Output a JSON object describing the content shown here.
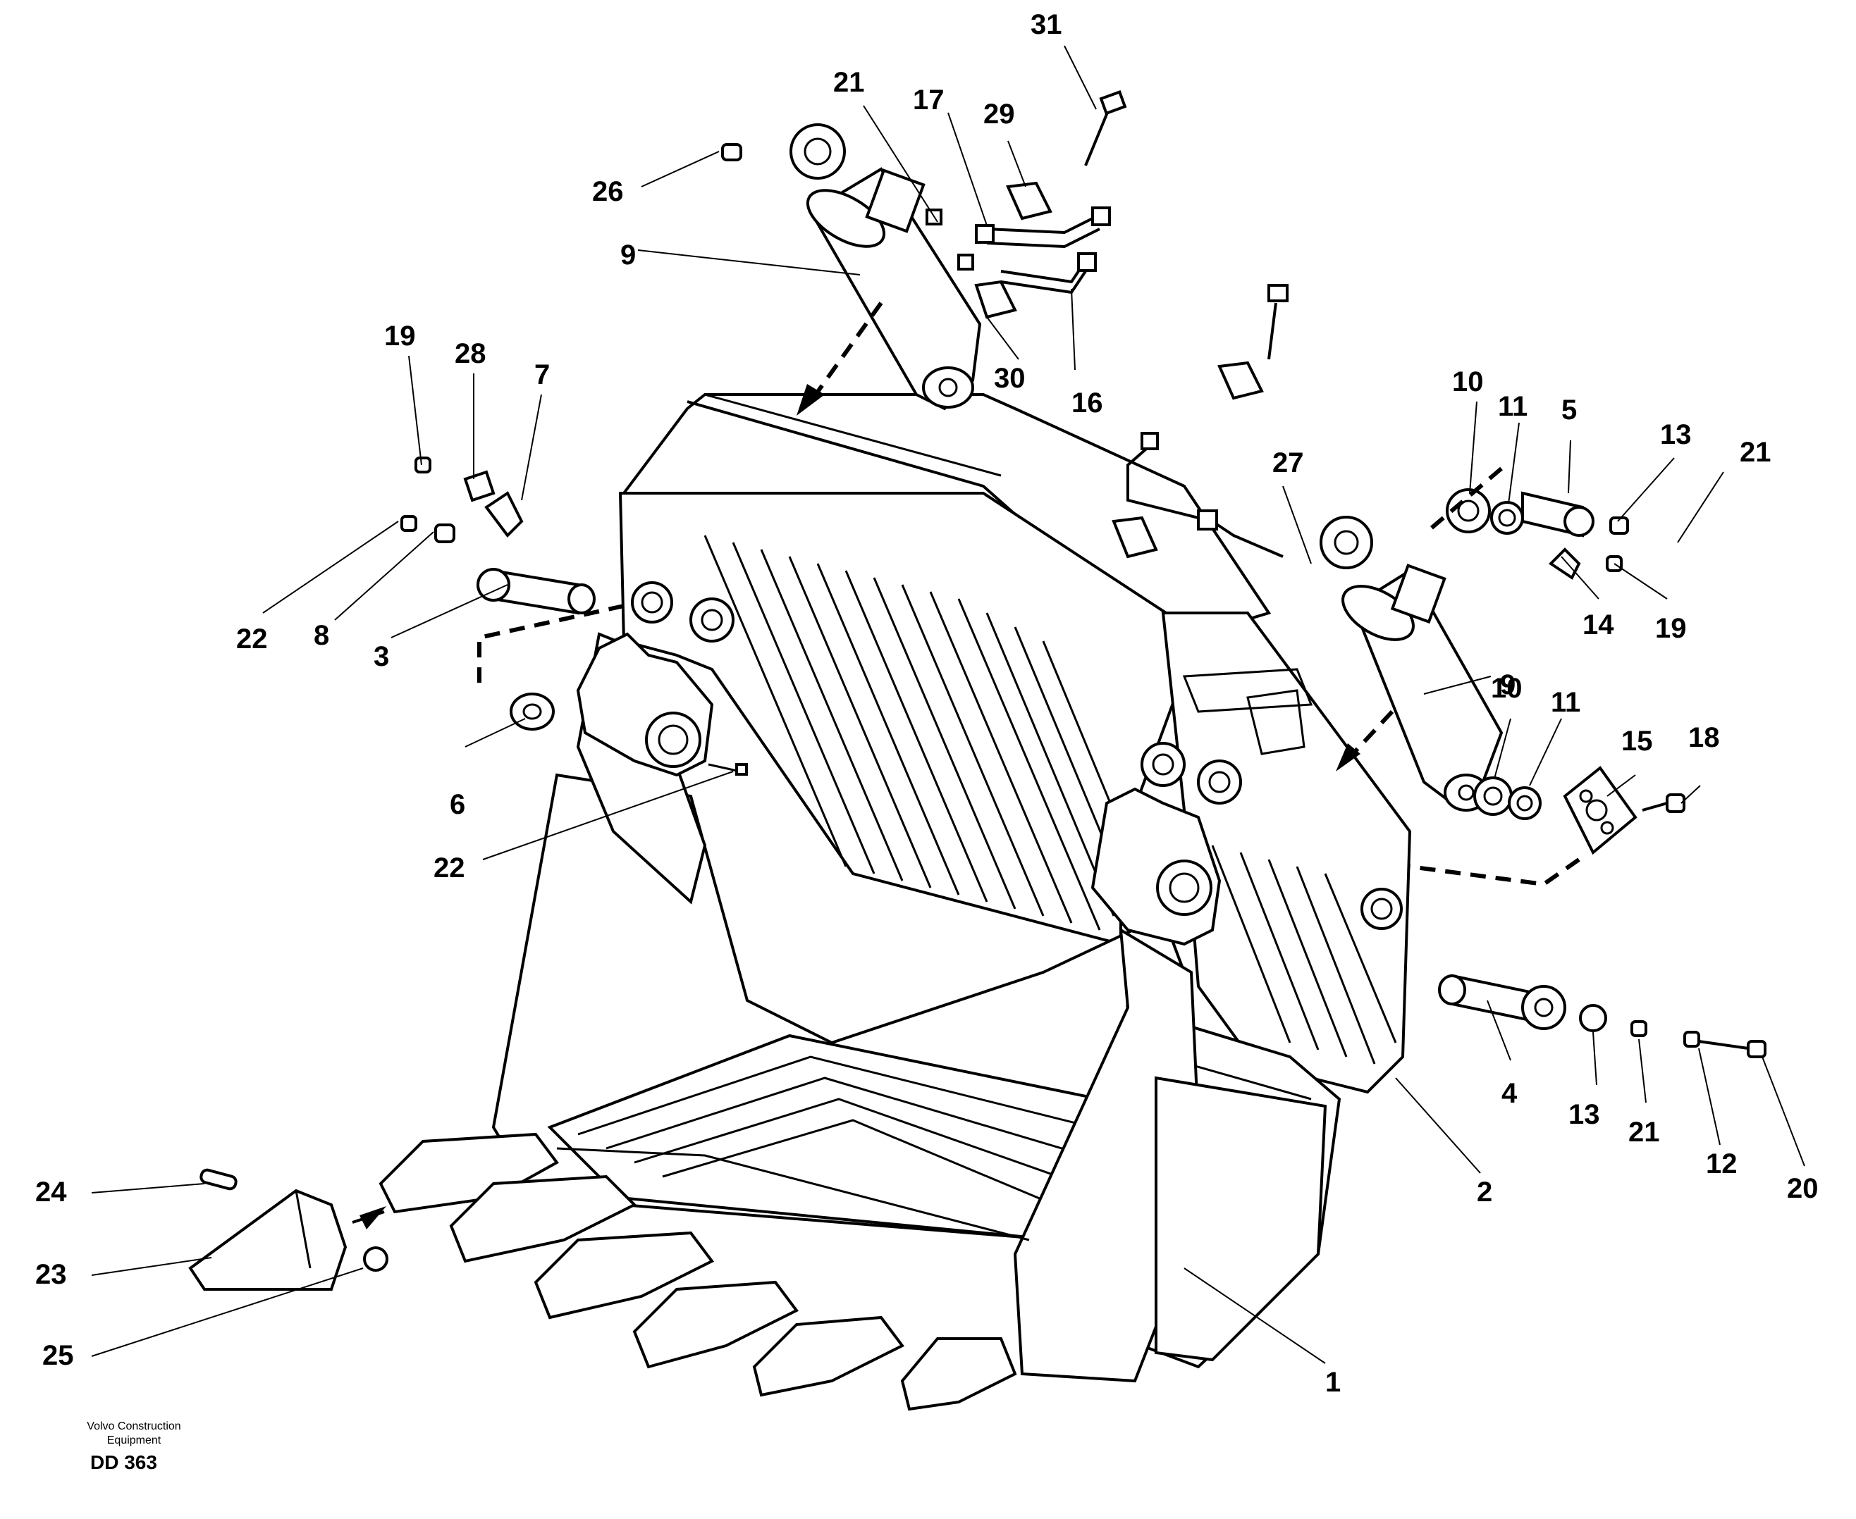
{
  "caption": {
    "company_line1": "Volvo Construction",
    "company_line2": "Equipment",
    "code": "DD 363"
  },
  "callouts": [
    {
      "id": "c31",
      "text": "31"
    },
    {
      "id": "c21a",
      "text": "21"
    },
    {
      "id": "c17",
      "text": "17"
    },
    {
      "id": "c29",
      "text": "29"
    },
    {
      "id": "c26",
      "text": "26"
    },
    {
      "id": "c9a",
      "text": "9"
    },
    {
      "id": "c30",
      "text": "30"
    },
    {
      "id": "c16",
      "text": "16"
    },
    {
      "id": "c19a",
      "text": "19"
    },
    {
      "id": "c28",
      "text": "28"
    },
    {
      "id": "c7",
      "text": "7"
    },
    {
      "id": "c22a",
      "text": "22"
    },
    {
      "id": "c8",
      "text": "8"
    },
    {
      "id": "c3",
      "text": "3"
    },
    {
      "id": "c6",
      "text": "6"
    },
    {
      "id": "c22b",
      "text": "22"
    },
    {
      "id": "c10a",
      "text": "10"
    },
    {
      "id": "c11a",
      "text": "11"
    },
    {
      "id": "c5",
      "text": "5"
    },
    {
      "id": "c13a",
      "text": "13"
    },
    {
      "id": "c21b",
      "text": "21"
    },
    {
      "id": "c27",
      "text": "27"
    },
    {
      "id": "c14",
      "text": "14"
    },
    {
      "id": "c19b",
      "text": "19"
    },
    {
      "id": "c9b",
      "text": "9"
    },
    {
      "id": "c10b",
      "text": "10"
    },
    {
      "id": "c11b",
      "text": "11"
    },
    {
      "id": "c15",
      "text": "15"
    },
    {
      "id": "c18",
      "text": "18"
    },
    {
      "id": "c4",
      "text": "4"
    },
    {
      "id": "c13b",
      "text": "13"
    },
    {
      "id": "c21c",
      "text": "21"
    },
    {
      "id": "c12",
      "text": "12"
    },
    {
      "id": "c20",
      "text": "20"
    },
    {
      "id": "c2",
      "text": "2"
    },
    {
      "id": "c1",
      "text": "1"
    },
    {
      "id": "c24",
      "text": "24"
    },
    {
      "id": "c23",
      "text": "23"
    },
    {
      "id": "c25",
      "text": "25"
    }
  ]
}
